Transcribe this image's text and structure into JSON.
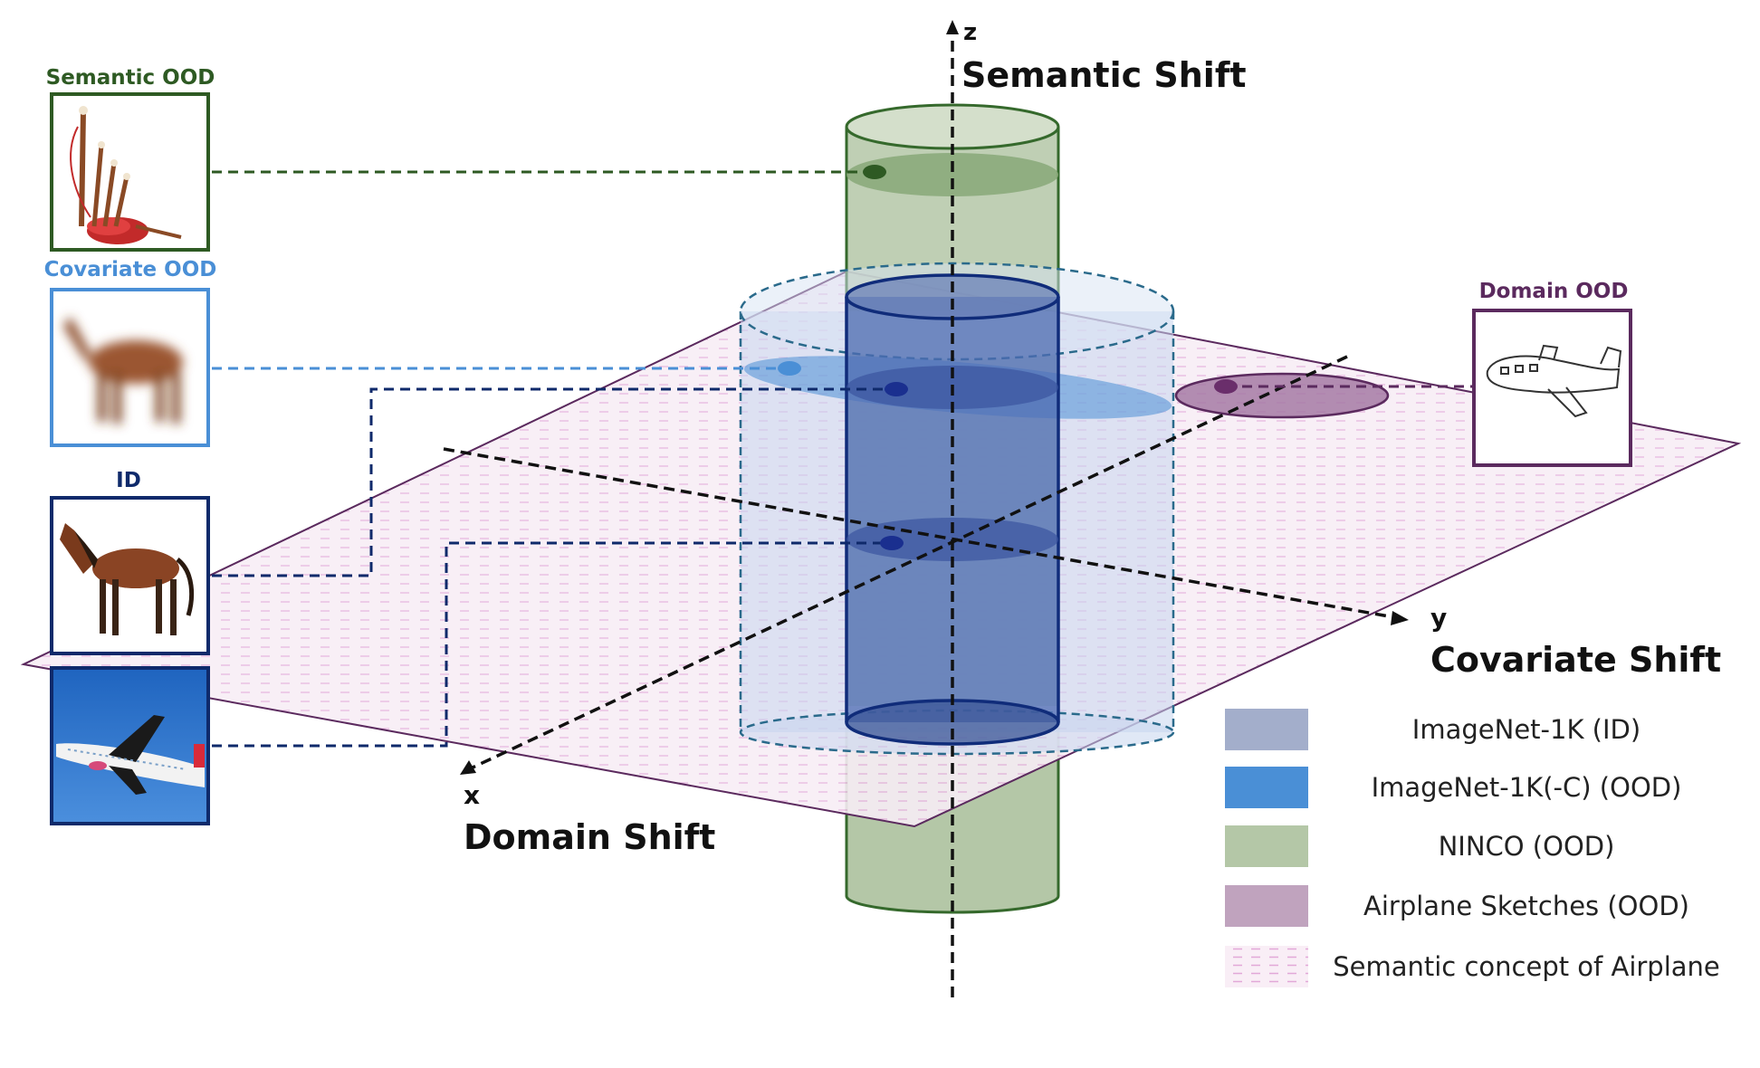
{
  "colors": {
    "semantic": "#2e5a23",
    "covariate": "#4a8fd6",
    "id": "#0f2a6b",
    "domain": "#5b2a5e",
    "nincoFill": "#b4c7a7",
    "nincoStroke": "#35692c",
    "imagenetFill": "#5572b5",
    "imagenetCFill": "#78a6e0",
    "sketchFill": "#bfa1c2",
    "planeStroke": "#5b2a5e",
    "planeDash": "#e7b6df",
    "outerCylStroke": "#2a6a8b"
  },
  "thumbnails": {
    "semantic_label": "Semantic OOD",
    "covariate_label": "Covariate OOD",
    "id_label": "ID",
    "domain_label": "Domain OOD"
  },
  "axes": {
    "z_letter": "z",
    "z_title": "Semantic Shift",
    "y_letter": "y",
    "y_title": "Covariate Shift",
    "x_letter": "x",
    "x_title": "Domain Shift"
  },
  "legend": [
    {
      "label": "ImageNet-1K (ID)",
      "color": "#a3aecb"
    },
    {
      "label": "ImageNet-1K(-C) (OOD)",
      "color": "#4a8fd6"
    },
    {
      "label": "NINCO (OOD)",
      "color": "#b4c7a7"
    },
    {
      "label": "Airplane Sketches (OOD)",
      "color": "#c0a3be"
    },
    {
      "label": "Semantic concept of Airplane",
      "color": "pattern"
    }
  ]
}
